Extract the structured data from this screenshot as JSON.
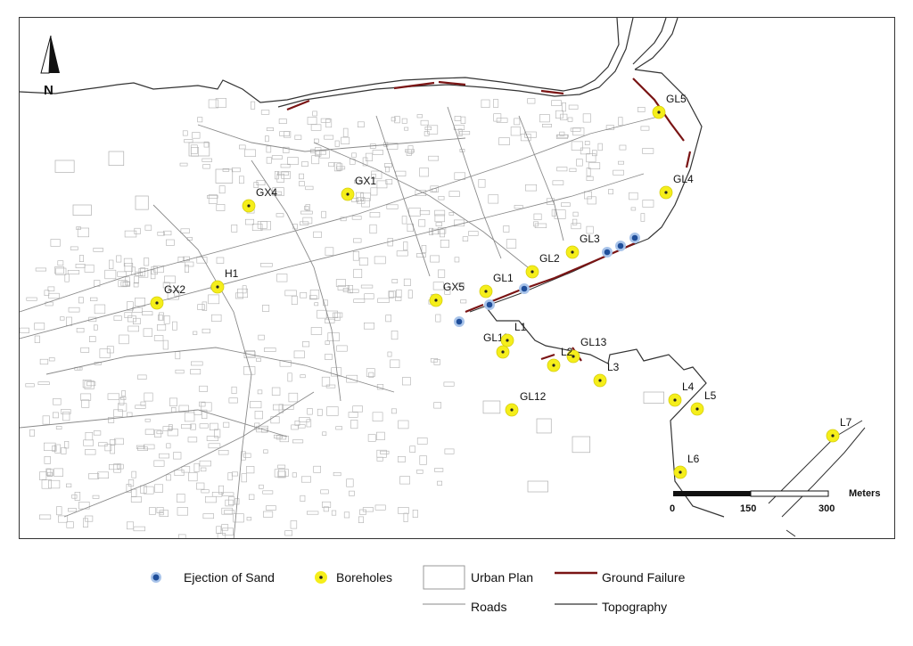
{
  "north_arrow": {
    "label": "N",
    "icon": "north-arrow-icon"
  },
  "boreholes": [
    {
      "id": "GX1"
    },
    {
      "id": "GX2"
    },
    {
      "id": "GX4"
    },
    {
      "id": "GX5"
    },
    {
      "id": "H1"
    },
    {
      "id": "GL1"
    },
    {
      "id": "GL2"
    },
    {
      "id": "GL3"
    },
    {
      "id": "GL4"
    },
    {
      "id": "GL5"
    },
    {
      "id": "GL11"
    },
    {
      "id": "GL12"
    },
    {
      "id": "GL13"
    },
    {
      "id": "L1"
    },
    {
      "id": "L2"
    },
    {
      "id": "L3"
    },
    {
      "id": "L4"
    },
    {
      "id": "L5"
    },
    {
      "id": "L6"
    },
    {
      "id": "L7"
    }
  ],
  "scale_bar": {
    "ticks": [
      "0",
      "150",
      "300"
    ],
    "unit": "Meters"
  },
  "legend": {
    "ejection_of_sand": "Ejection of Sand",
    "boreholes": "Boreholes",
    "urban_plan": "Urban Plan",
    "ground_failure": "Ground Failure",
    "roads": "Roads",
    "topography": "Topography"
  },
  "colors": {
    "borehole_fill": "#f5ee1a",
    "borehole_dot": "#222222",
    "sand_fill": "#1f4e9a",
    "sand_ring": "#a9c4ea",
    "ground_failure": "#7a1414",
    "roads": "#8a8a8a",
    "topography": "#333333",
    "urban_plan": "#b0b0b0"
  }
}
